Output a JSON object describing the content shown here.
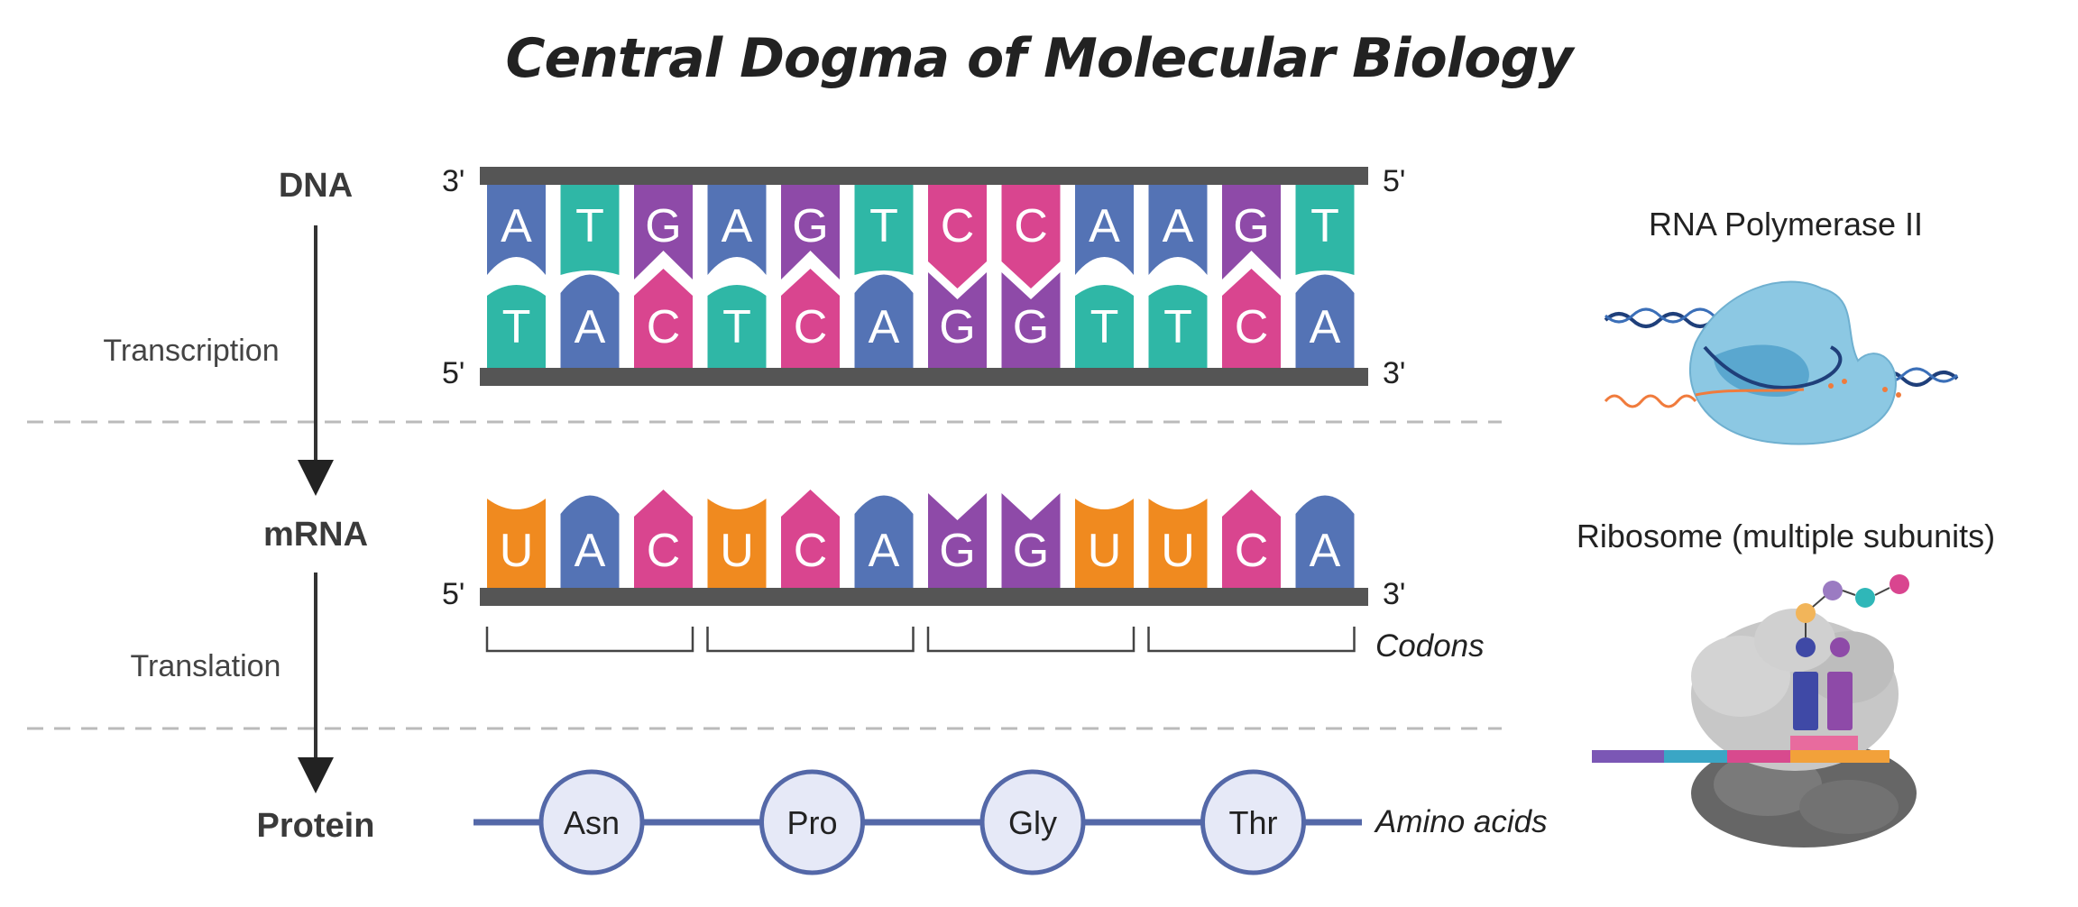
{
  "title": "Central Dogma of Molecular Biology",
  "stages": {
    "dna": "DNA",
    "mrna": "mRNA",
    "protein": "Protein"
  },
  "processes": {
    "transcription": "Transcription",
    "translation": "Translation"
  },
  "dna": {
    "top_strand": [
      "A",
      "T",
      "G",
      "A",
      "G",
      "T",
      "C",
      "C",
      "A",
      "A",
      "G",
      "T"
    ],
    "bottom_strand": [
      "T",
      "A",
      "C",
      "T",
      "C",
      "A",
      "G",
      "G",
      "T",
      "T",
      "C",
      "A"
    ],
    "top_left_end": "3'",
    "top_right_end": "5'",
    "bottom_left_end": "5'",
    "bottom_right_end": "3'"
  },
  "mrna": {
    "bases": [
      "U",
      "A",
      "C",
      "U",
      "C",
      "A",
      "G",
      "G",
      "U",
      "U",
      "C",
      "A"
    ],
    "left_end": "5'",
    "right_end": "3'",
    "codons_label": "Codons"
  },
  "protein": {
    "amino_acids": [
      "Asn",
      "Pro",
      "Gly",
      "Thr"
    ],
    "amino_acids_label": "Amino acids"
  },
  "illustrations": {
    "polymerase_title": "RNA Polymerase II",
    "ribosome_title": "Ribosome (multiple subunits)"
  },
  "base_colors": {
    "A": "#5473b5",
    "T": "#2fb7a6",
    "G": "#8e4aa8",
    "C": "#d9458f",
    "U": "#f08a1f"
  },
  "colors": {
    "backbone": "#555555",
    "protein_line": "#5468a8",
    "aa_fill": "#e6e9f7",
    "divider": "#bbbbbb"
  }
}
